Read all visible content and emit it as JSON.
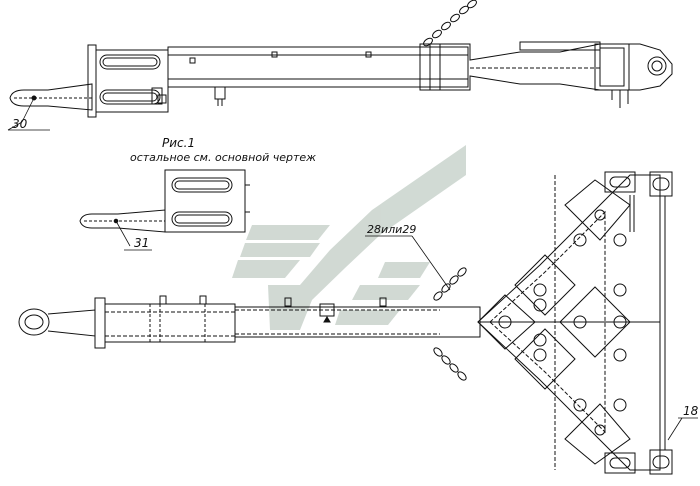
{
  "figure": {
    "caption": "Рис.1",
    "note": "остальное см. основной чертеж"
  },
  "callouts": [
    {
      "id": "c30",
      "label": "30"
    },
    {
      "id": "c31",
      "label": "31"
    },
    {
      "id": "c2829",
      "label": "28или29"
    },
    {
      "id": "c18",
      "label": "18"
    }
  ],
  "colors": {
    "line": "#111111",
    "watermark": "#c9d3cc",
    "dash": "#333333"
  }
}
